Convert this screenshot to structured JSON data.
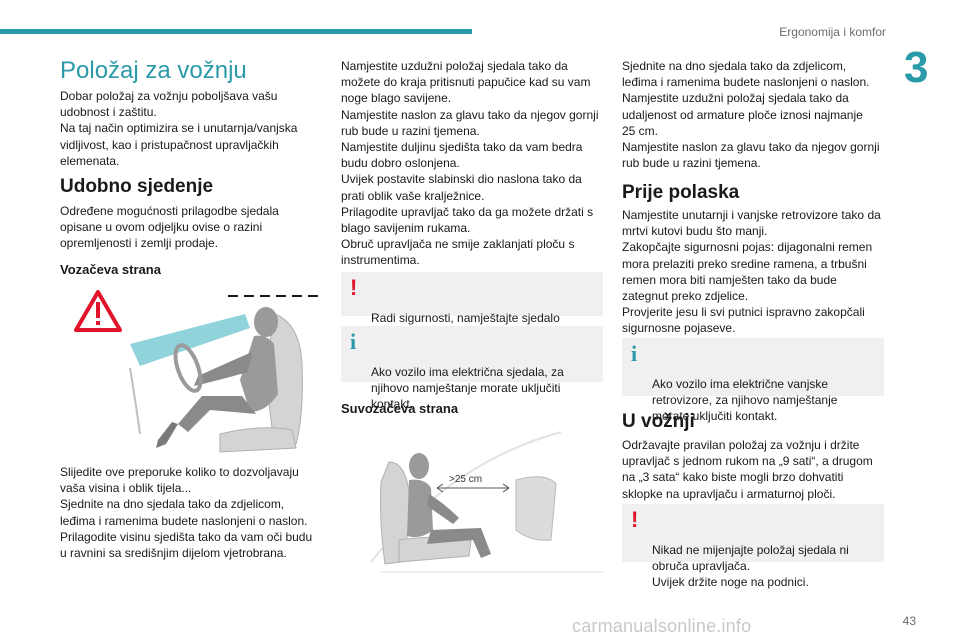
{
  "header": {
    "section_title": "Ergonomija i komfor",
    "chapter_number": "3",
    "page_number": "43",
    "accent_color": "#2a9aa8",
    "warning_color": "#e0142b"
  },
  "watermark": "carmanualsonline.info",
  "column1": {
    "title": "Položaj za vožnju",
    "intro": "Dobar položaj za vožnju poboljšava vašu\nudobnost i zaštitu.\nNa taj način optimizira se i unutarnja/vanjska\nvidljivost, kao i pristupačnost upravljačkih\nelemenata.",
    "h_comfort": "Udobno sjedenje",
    "comfort_text": "Određene mogućnosti prilagodbe sjedala\nopisane u ovom odjeljku ovise o razini\nopremljenosti i zemlji prodaje.",
    "h_driver": "Vozačeva strana",
    "figure_icon": "warning-triangle-icon",
    "driver_text": "Slijedite ove preporuke koliko to dozvoljavaju\nvaša visina i oblik tijela...\nSjednite na dno sjedala tako da zdjelicom,\nleđima i ramenima budete naslonjeni o naslon.\nPrilagodite visinu sjedišta tako da vam oči budu\nu ravnini sa središnjim dijelom vjetrobrana."
  },
  "column2": {
    "text": "Namjestite uzdužni položaj sjedala tako da\nmožete do kraja pritisnuti papučice kad su vam\nnoge blago savijene.\nNamjestite naslon za glavu tako da njegov gornji\nrub bude u razini tjemena.\nNamjestite duljinu sjedišta tako da vam bedra\nbudu dobro oslonjena.\nUvijek postavite slabinski dio naslona tako da\nprati oblik vaše kralježnice.\nPrilagodite upravljač tako da ga možete držati s\nblago savijenim rukama.\nObruč upravljača ne smije zaklanjati ploču s\ninstrumentima.",
    "warning_note": "Radi sigurnosti, namještajte sjedalo\nsamo kada je vozilo zaustavljeno.",
    "info_note": "Ako vozilo ima električna sjedala, za\nnjihovo namještanje morate uključiti\nkontakt.",
    "h_passenger": "Suvozačeva strana",
    "figure_label": ">25 cm"
  },
  "column3": {
    "text": "Sjednite na dno sjedala tako da zdjelicom,\nleđima i ramenima budete naslonjeni o naslon.\nNamjestite uzdužni položaj sjedala tako da\nudaljenost od armature ploče iznosi najmanje\n25 cm.\nNamjestite naslon za glavu tako da njegov gornji\nrub bude u razini tjemena.",
    "h_before": "Prije polaska",
    "before_text": "Namjestite unutarnji i vanjske retrovizore tako da\nmrtvi kutovi budu što manji.\nZakopčajte sigurnosni pojas: dijagonalni remen\nmora prelaziti preko sredine ramena, a trbušni\nremen mora biti namješten tako da bude\nzategnut preko zdjelice.\nProvjerite jesu li svi putnici ispravno zakopčali\nsigurnosne pojaseve.",
    "info_note": "Ako vozilo ima električne vanjske\nretrovizore, za njihovo namještanje\nmorate uključiti kontakt.",
    "h_driving": "U vožnji",
    "driving_text": "Održavajte pravilan položaj za vožnju i držite\nupravljač s jednom rukom na „9 sati“, a drugom\nna „3 sata“ kako biste mogli brzo dohvatiti\nsklopke na upravljaču i armaturnoj ploči.",
    "warning_note": "Nikad ne mijenjajte položaj sjedala ni\nobruča upravljača.\nUvijek držite noge na podnici."
  }
}
